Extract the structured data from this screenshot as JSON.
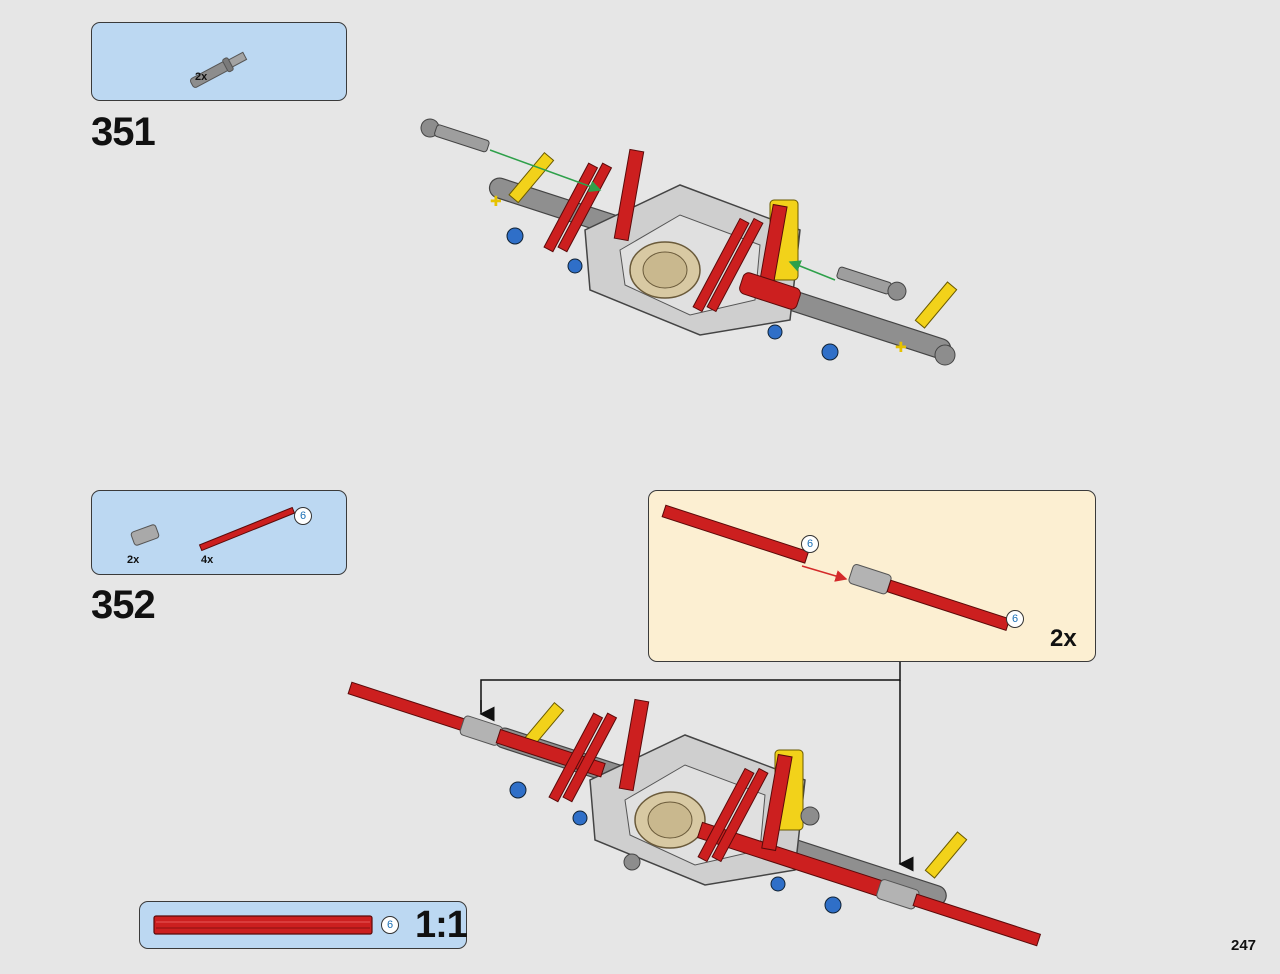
{
  "page": {
    "number": "247"
  },
  "steps": [
    {
      "number": "351",
      "parts": [
        {
          "name": "axle-pin-grey",
          "quantity": "2x"
        }
      ]
    },
    {
      "number": "352",
      "parts": [
        {
          "name": "axle-connector-grey",
          "quantity": "2x"
        },
        {
          "name": "axle-red-6",
          "quantity": "4x",
          "length": "6"
        }
      ],
      "subassembly": {
        "multiplier": "2x",
        "axle_length_a": "6",
        "axle_length_b": "6"
      }
    }
  ],
  "scale_guide": {
    "length": "6",
    "label": "1:1"
  },
  "colors": {
    "parts_box": "#bcd8f2",
    "subassembly_box": "#fcefd2",
    "red_axle": "#cc1f1f",
    "yellow_axle": "#f2d21a",
    "blue_pin": "#2f6fc8",
    "grey_part": "#9a9a9a",
    "guide_arrow_green": "#2ea04a",
    "guide_arrow_red": "#d42a2a"
  }
}
